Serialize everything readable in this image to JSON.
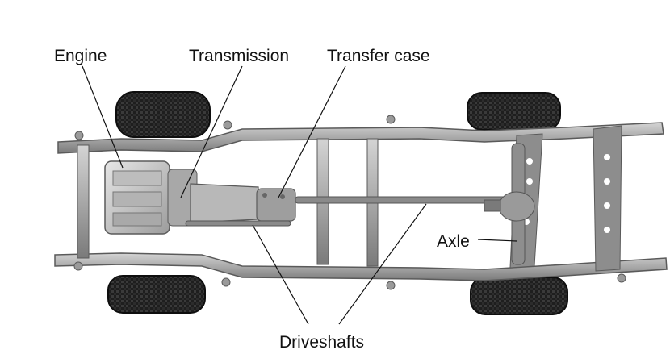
{
  "labels": {
    "engine": "Engine",
    "transmission": "Transmission",
    "transfer_case": "Transfer case",
    "axle": "Axle",
    "driveshafts": "Driveshafts"
  },
  "colors": {
    "background": "#ffffff",
    "frame": "#9a9a9a",
    "frame_dark": "#6e6e6e",
    "tire": "#1c1c1c",
    "engine": "#c8c8c8",
    "leader_line": "#111111"
  }
}
